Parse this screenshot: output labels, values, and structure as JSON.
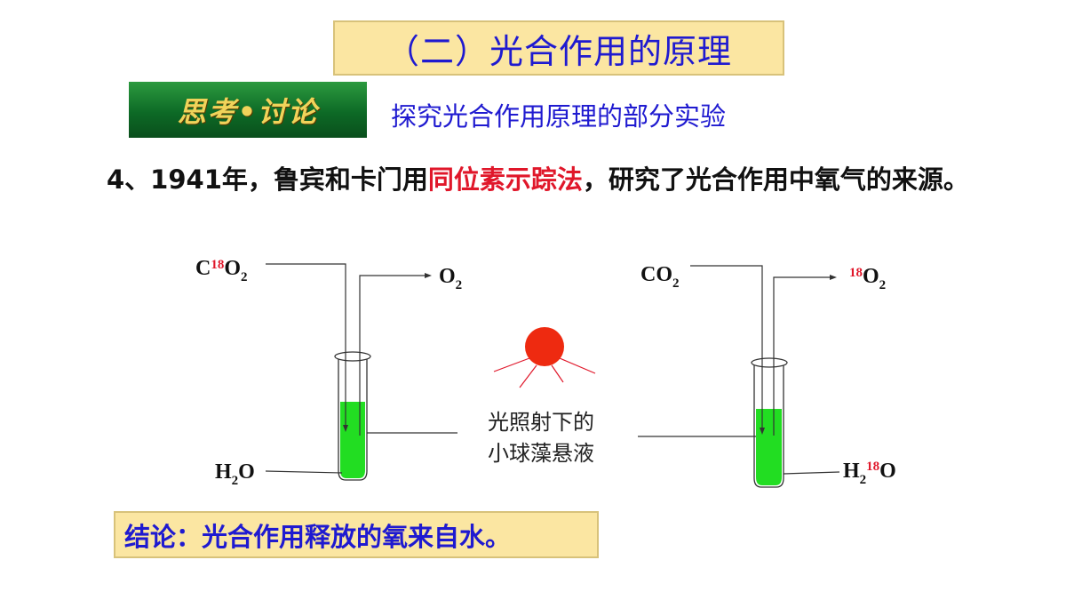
{
  "title": "（二）光合作用的原理",
  "badge": "思考•讨论",
  "subtitle": "探究光合作用原理的部分实验",
  "paragraph": {
    "before": "4、1941年，鲁宾和卡门用",
    "highlight": "同位素示踪法",
    "after": "，研究了光合作用中氧气的来源。"
  },
  "diagram": {
    "left_input": {
      "base1": "C",
      "sup": "18",
      "base2": "O",
      "sub": "2"
    },
    "left_output": {
      "base": "O",
      "sub": "2"
    },
    "left_water": {
      "base1": "H",
      "sub": "2",
      "base2": "O"
    },
    "right_input": {
      "base": "CO",
      "sub": "2"
    },
    "right_output": {
      "sup": "18",
      "base": "O",
      "sub": "2"
    },
    "right_water": {
      "base1": "H",
      "sub": "2",
      "sup": "18",
      "base2": "O"
    },
    "caption_line1": "光照射下的",
    "caption_line2": "小球藻悬液"
  },
  "conclusion": "结论：光合作用释放的氧来自水。",
  "colors": {
    "title_blue": "#1f1ad0",
    "highlight_red": "#e0172a",
    "box_yellow": "#fbe6a2",
    "liquid_green": "#22dd22",
    "sun_red": "#ee2a10"
  }
}
